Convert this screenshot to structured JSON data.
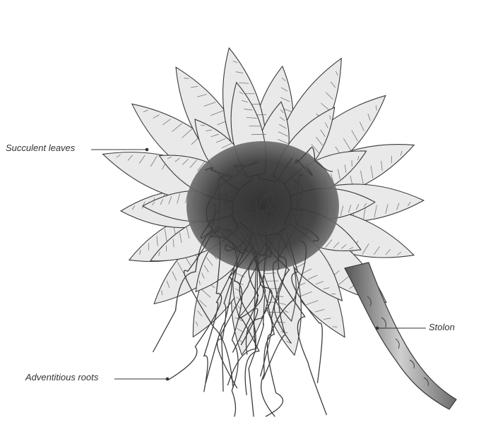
{
  "labels": {
    "succulent_leaves": "Succulent leaves",
    "stolon": "Stolon",
    "adventitious_roots": "Adventitious roots"
  },
  "caption": "",
  "colors": {
    "ink": "#333333",
    "leaf_light": "#f2f2f2",
    "leaf_dark": "#6a6a6a",
    "core": "#2e2e2e"
  }
}
